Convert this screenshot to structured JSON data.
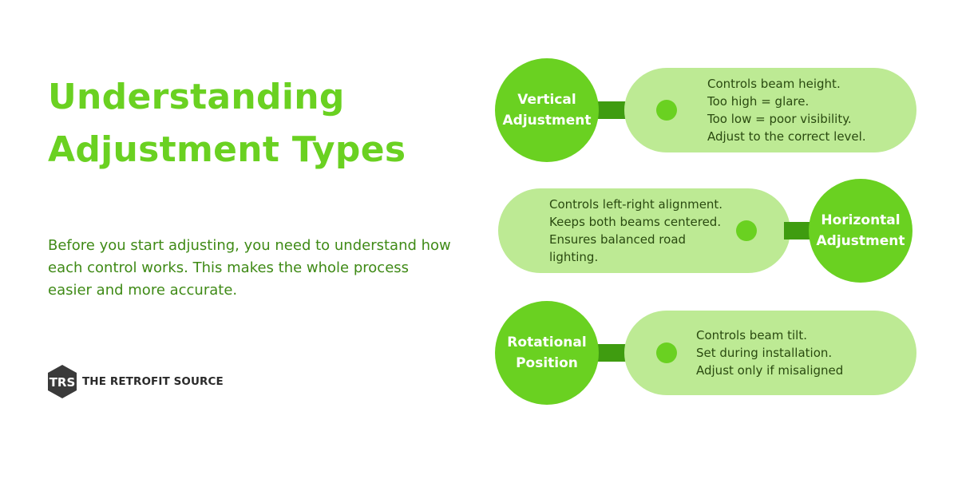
{
  "title": {
    "line1": "Understanding",
    "line2": "Adjustment Types"
  },
  "intro": "Before you start adjusting, you need to understand how each control works. This makes the whole process easier and more accurate.",
  "brand": {
    "mark": "TRS",
    "name": "THE RETROFIT SOURCE"
  },
  "adjustments": [
    {
      "label_line1": "Vertical",
      "label_line2": "Adjustment",
      "points": [
        "Controls beam height.",
        "Too high = glare.",
        "Too low = poor visibility.",
        "Adjust to the correct level."
      ]
    },
    {
      "label_line1": "Horizontal",
      "label_line2": "Adjustment",
      "points": [
        "Controls left-right alignment.",
        "Keeps both beams centered.",
        "Ensures balanced road lighting."
      ]
    },
    {
      "label_line1": "Rotational",
      "label_line2": "Position",
      "points": [
        "Controls beam tilt.",
        "Set during installation.",
        "Adjust only if misaligned"
      ]
    }
  ],
  "colors": {
    "accent": "#6ad121",
    "accent_dark": "#3f9c10",
    "pill": "#bdea94",
    "intro_text": "#3f8a16"
  }
}
